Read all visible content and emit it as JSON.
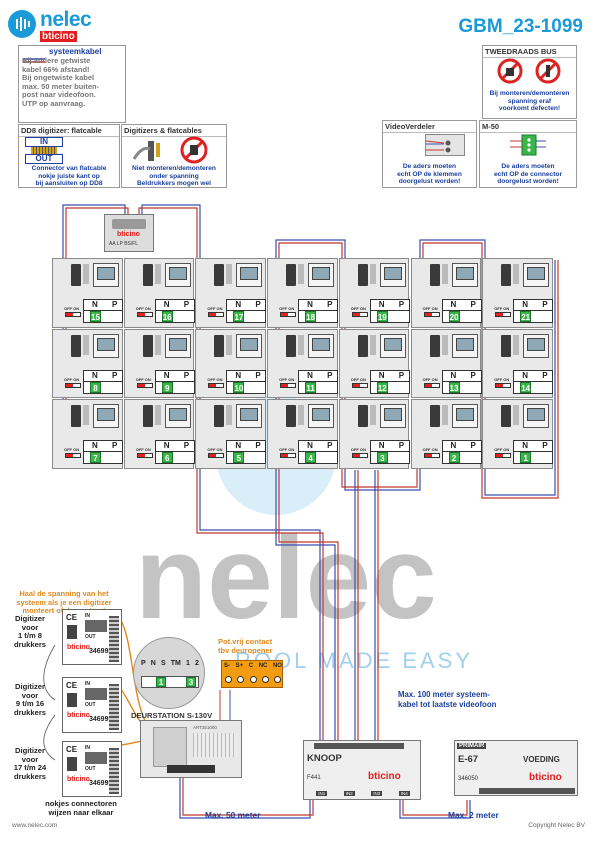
{
  "header": {
    "brand_name": "nelec",
    "brand_sub": "bticino",
    "doc_code": "GBM_23-1099"
  },
  "notes": {
    "systeemkabel": {
      "label": "systeemkabel",
      "lines": [
        "Bij andere getwiste",
        "kabel 66% afstand!",
        "Bij ongetwiste kabel",
        "max. 50 meter buiten-",
        "post naar videofoon.",
        "UTP op aanvraag."
      ]
    },
    "dd8": {
      "title": "DD8 digitizer: flatcable",
      "in": "IN",
      "out": "OUT",
      "lines": [
        "Connector van flatcable",
        "nokje juiste kant op",
        "bij aansluiten op DD8"
      ]
    },
    "flatcables": {
      "title": "Digitizers & flatcables",
      "lines": [
        "Niet monteren/demonteren",
        "onder spanning",
        "Beldrukkers mogen wel"
      ]
    },
    "tweedraads": {
      "title": "TWEEDRAADS BUS",
      "lines": [
        "Bij monteren/demonteren",
        "spanning eraf",
        "voorkomt defecten!"
      ]
    },
    "videoverdeler": {
      "title": "VideoVerdeler",
      "lines": [
        "De aders moeten",
        "echt OP de klemmen",
        "doorgelust worden!"
      ]
    },
    "m50": {
      "title": "M-50",
      "lines": [
        "De aders moeten",
        "echt OP de connector",
        "doorgelust worden!"
      ]
    }
  },
  "splitter": {
    "brand": "bticino",
    "label": "AA LP BS/FL"
  },
  "panel_labels": {
    "n": "N",
    "p": "P",
    "off_on": "OFF ON"
  },
  "panels": [
    {
      "num": "15"
    },
    {
      "num": "16"
    },
    {
      "num": "17"
    },
    {
      "num": "18"
    },
    {
      "num": "19"
    },
    {
      "num": "20"
    },
    {
      "num": "21"
    },
    {
      "num": "8"
    },
    {
      "num": "9"
    },
    {
      "num": "10"
    },
    {
      "num": "11"
    },
    {
      "num": "12"
    },
    {
      "num": "13"
    },
    {
      "num": "14"
    },
    {
      "num": "7"
    },
    {
      "num": "6"
    },
    {
      "num": "5"
    },
    {
      "num": "4"
    },
    {
      "num": "3"
    },
    {
      "num": "2"
    },
    {
      "num": "1"
    }
  ],
  "digitizer_warning": [
    "Haal de spanning van het",
    "systeem als je een digitizer",
    "monteert of demonteert"
  ],
  "digitizers": [
    {
      "label": [
        "Digitizer",
        "voor",
        "1 t/m 8",
        "drukkers"
      ],
      "code": "346993"
    },
    {
      "label": [
        "Digitizer",
        "voor",
        "9 t/m 16",
        "drukkers"
      ],
      "code": "346993"
    },
    {
      "label": [
        "Digitizer",
        "voor",
        "17 t/m 24",
        "drukkers"
      ],
      "code": "346993"
    }
  ],
  "digitizer_small": {
    "ce": "CE",
    "in": "IN",
    "out": "OUT",
    "brand": "bticino"
  },
  "terminal_block": {
    "labels": [
      "P",
      "N",
      "S",
      "TM",
      "1",
      "2"
    ],
    "badge_left": "1",
    "badge_right": "3"
  },
  "contact": {
    "title": [
      "Pot.vrij contact",
      "tbv deuropener"
    ],
    "terminals": [
      "S-",
      "S+",
      "C",
      "NC",
      "NO"
    ]
  },
  "deurstation": {
    "title": "DEURSTATION S-130V",
    "code": "ART351000"
  },
  "knoop": {
    "name": "KNOOP",
    "code": "F441",
    "brand": "bticino",
    "ins": [
      "IN1",
      "IN2",
      "IN3",
      "IN4"
    ]
  },
  "voeding": {
    "primair": "PRIMAIR",
    "name": "E-67",
    "label": "VOEDING",
    "code": "346050",
    "brand": "bticino"
  },
  "notes_bottom": {
    "max100": [
      "Max. 100 meter systeem-",
      "kabel tot laatste videofoon"
    ],
    "max50": "Max. 50 meter",
    "max2": "Max. 2 meter",
    "nokjes": [
      "nokjes connectoren",
      "wijzen naar elkaar"
    ]
  },
  "footer": {
    "website": "www.nelec.com",
    "copyright": "Copyright Nelec BV"
  },
  "watermark": {
    "text": "nelec",
    "tagline": "ROOL MADE EASY"
  },
  "colors": {
    "accent_blue": "#1a9ad9",
    "label_blue": "#1a3fa0",
    "green": "#3bb54a",
    "orange": "#f39c12",
    "red": "#d22"
  }
}
